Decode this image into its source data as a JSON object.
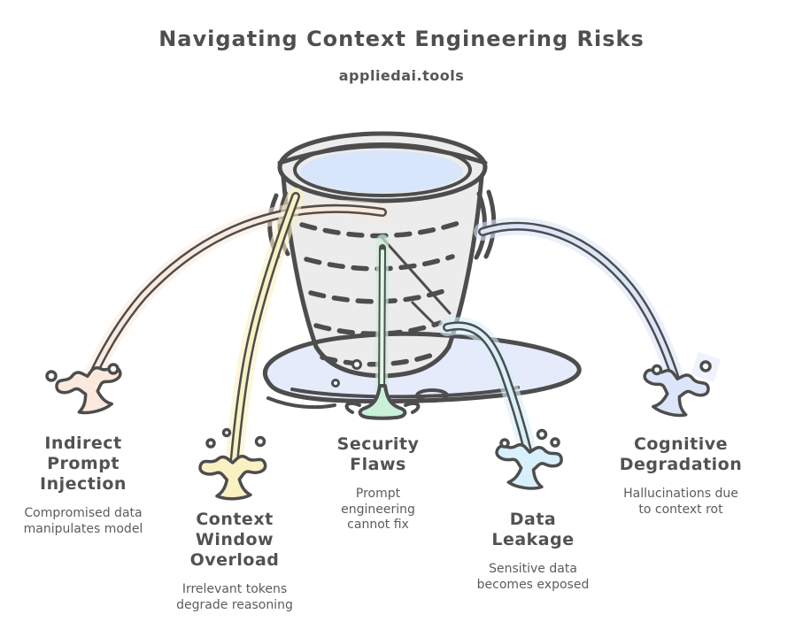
{
  "header": {
    "title": "Navigating Context Engineering Risks",
    "subtitle": "appliedai.tools"
  },
  "colors": {
    "background": "#ffffff",
    "outline": "#4d4d4d",
    "bucket_fill": "#ececec",
    "water": "#d8e6fb",
    "puddle": "#dce4f9",
    "title_text": "#4f4f4f",
    "body_text": "#5c5c5c",
    "streams": {
      "peach": "#fbe9dd",
      "yellow": "#faf1c2",
      "green": "#c9f0d8",
      "green_light": "#dff7e8",
      "cyan": "#d7f0fb",
      "periwinkle": "#dce5fa"
    }
  },
  "risks": [
    {
      "id": "indirect-prompt-injection",
      "title": "Indirect\nPrompt\nInjection",
      "description": "Compromised data\nmanipulates model",
      "stream_color": "#fbe9dd"
    },
    {
      "id": "context-window-overload",
      "title": "Context\nWindow\nOverload",
      "description": "Irrelevant tokens\ndegrade reasoning",
      "stream_color": "#faf1c2"
    },
    {
      "id": "security-flaws",
      "title": "Security\nFlaws",
      "description": "Prompt\nengineering\ncannot fix",
      "stream_color": "#c9f0d8"
    },
    {
      "id": "data-leakage",
      "title": "Data\nLeakage",
      "description": "Sensitive data\nbecomes exposed",
      "stream_color": "#d7f0fb"
    },
    {
      "id": "cognitive-degradation",
      "title": "Cognitive\nDegradation",
      "description": "Hallucinations due\nto context rot",
      "stream_color": "#dce5fa"
    }
  ]
}
